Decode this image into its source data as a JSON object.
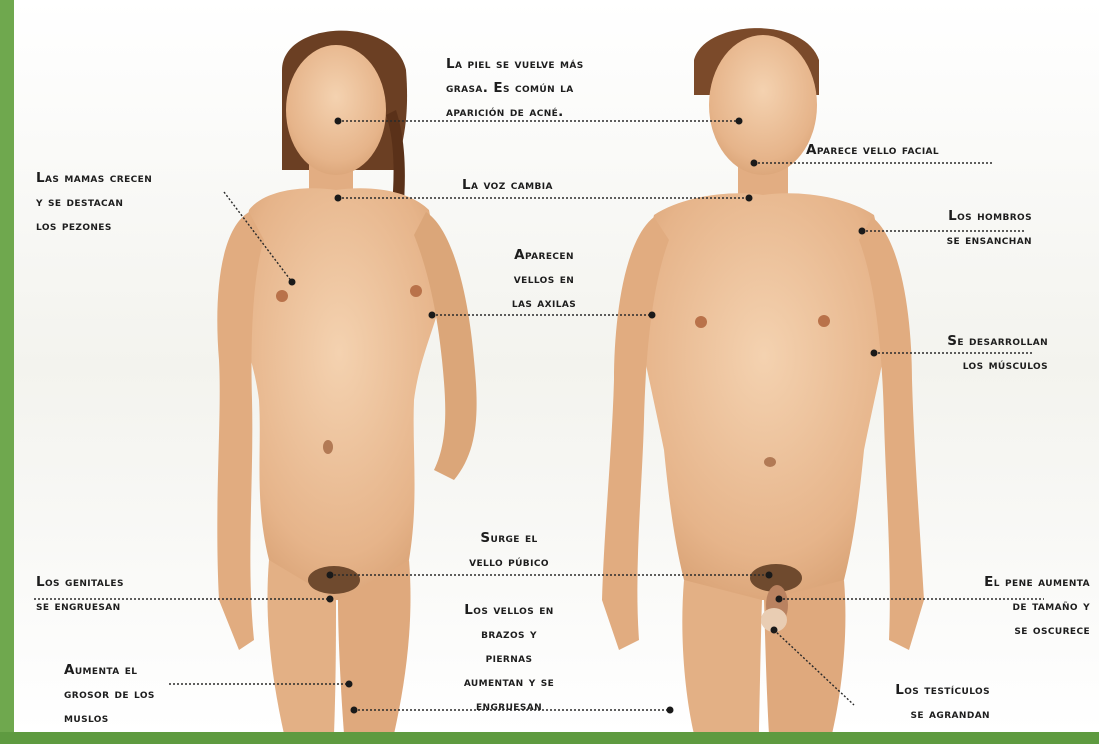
{
  "colors": {
    "background_green": "#6fa84e",
    "skin": "#e8b98f",
    "skin_shadow": "#cf9768",
    "hair": "#6b3f23",
    "leader_line": "#2a2a2a"
  },
  "labels": {
    "piel": "La piel se vuelve más\ngrasa. Es común la\naparición de acné.",
    "vello_facial": "Aparece vello facial",
    "mamas": "Las mamas crecen\ny se destacan\nlos pezones",
    "voz": "La voz cambia",
    "hombros": "Los hombros\nse ensanchan",
    "axilas": "Aparecen\nvellos en\nlas axilas",
    "musculos": "Se desarrollan\nlos músculos",
    "pubico": "Surge el\nvello púbico",
    "genitales": "Los genitales\nse engruesan",
    "pene": "El pene aumenta\nde tamaño y\nse oscurece",
    "vellos_brazos": "Los vellos en\nbrazos y\npiernas\naumentan y se\nengruesan",
    "muslos": "Aumenta el\ngrosor de los\nmuslos",
    "testiculos": "Los testículos\nse agrandan"
  }
}
